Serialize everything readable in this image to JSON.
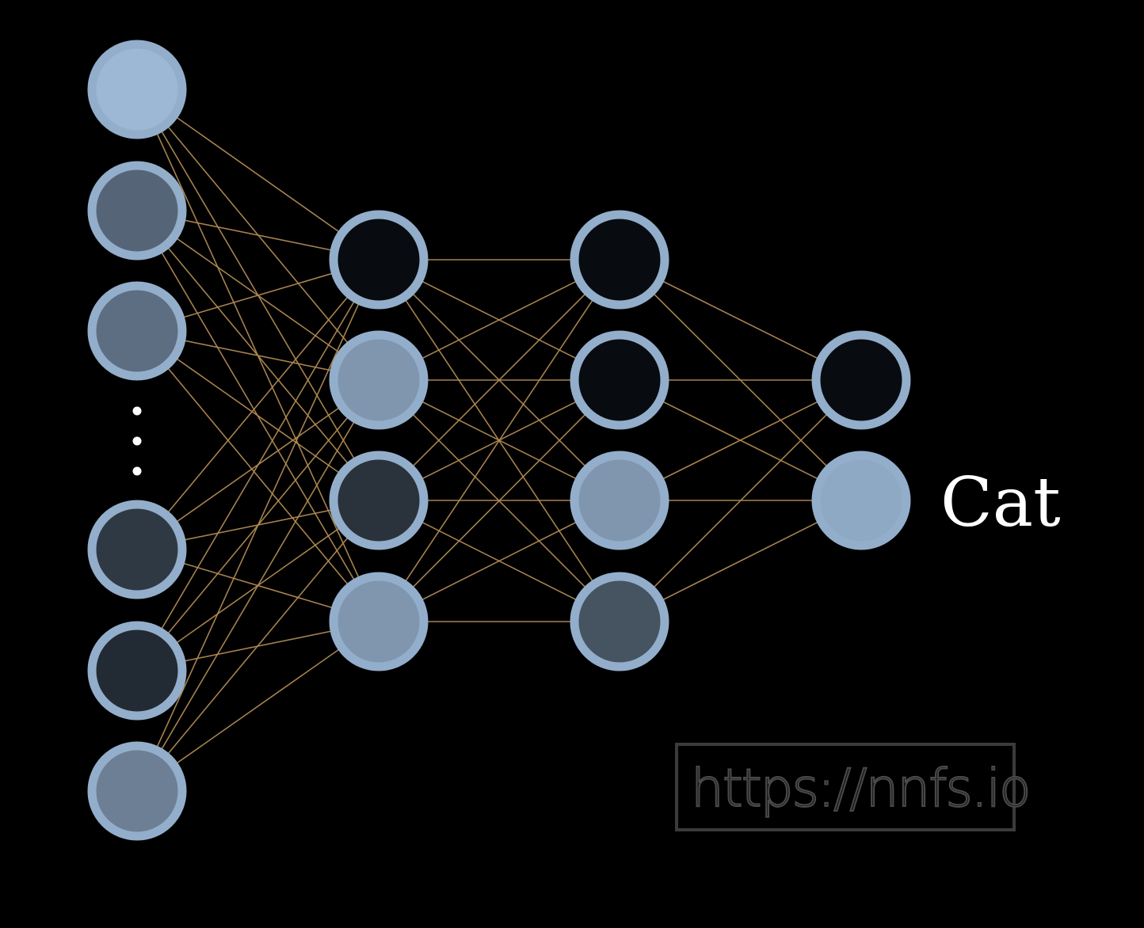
{
  "diagram": {
    "output_label": "Cat",
    "watermark": "https://nnfs.io",
    "ellipsis_after_node": 2,
    "edge_color": "#b08a52",
    "node_ring_color": "#93aecb",
    "layers": [
      {
        "name": "input",
        "node_fills": [
          "#9db8d4",
          "#556577",
          "#5d6e82",
          "#2f3944",
          "#222b33",
          "#6d7f94"
        ]
      },
      {
        "name": "hidden-1",
        "node_fills": [
          "#080c11",
          "#7f96ae",
          "#2a323c",
          "#7f96ae"
        ]
      },
      {
        "name": "hidden-2",
        "node_fills": [
          "#080c11",
          "#080c11",
          "#7f96ae",
          "#465361"
        ]
      },
      {
        "name": "output",
        "node_fills": [
          "#080c11",
          "#8ea9c4"
        ]
      }
    ]
  }
}
